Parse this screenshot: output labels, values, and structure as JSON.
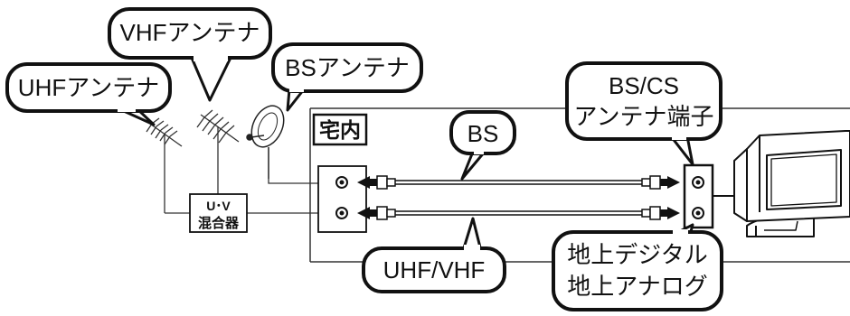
{
  "callouts": {
    "vhf_antenna": "VHFアンテナ",
    "uhf_antenna": "UHFアンテナ",
    "bs_antenna": "BSアンテナ",
    "bs_cable": "BS",
    "uhf_vhf_cable": "UHF/VHF",
    "bscs_terminal_line1": "BS/CS",
    "bscs_terminal_line2": "アンテナ端子",
    "terrestrial_line1": "地上デジタル",
    "terrestrial_line2": "地上アナログ"
  },
  "room_label": "宅内",
  "mixer": {
    "line1": "U･V",
    "line2": "混合器"
  },
  "icons": [
    "uhf-antenna-icon",
    "vhf-antenna-icon",
    "bs-dish-icon",
    "tv-icon",
    "wall-outlet-icon",
    "tv-terminal-icon",
    "cable-connector-icon"
  ]
}
